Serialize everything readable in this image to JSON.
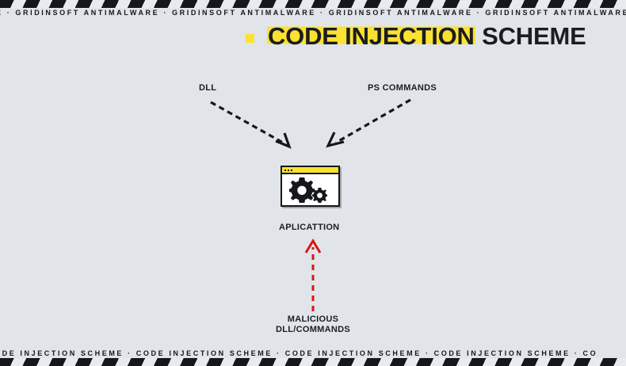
{
  "banner": {
    "top_marquee": "ANTIMALWARE · GRIDINSOFT ANTIMALWARE · GRIDINSOFT ANTIMALWARE · GRIDINSOFT ANTIMALWARE · GRIDINSOFT ANTIMALWARE",
    "bottom_marquee": "ODE INJECTION SCHEME · CODE INJECTION SCHEME · CODE INJECTION SCHEME · CODE INJECTION SCHEME · CO"
  },
  "title": {
    "highlighted": "CODE INJECTION",
    "plain": " SCHEME",
    "bullet": "square-bullet",
    "highlight_color": "#fbe231",
    "text_color": "#1b1d20"
  },
  "diagram": {
    "source_left": "DLL",
    "source_right": "PS COMMANDS",
    "center": "APLICATTION",
    "bottom_line1": "MALICIOUS",
    "bottom_line2": "DLL/COMMANDS",
    "arrow_color": "#15171a",
    "malicious_arrow_color": "#d81616",
    "app_icon": "gears-window-icon"
  },
  "colors": {
    "background": "#e1e5e9",
    "accent_yellow": "#fbe231",
    "ink": "#15171a",
    "red": "#d81616"
  }
}
